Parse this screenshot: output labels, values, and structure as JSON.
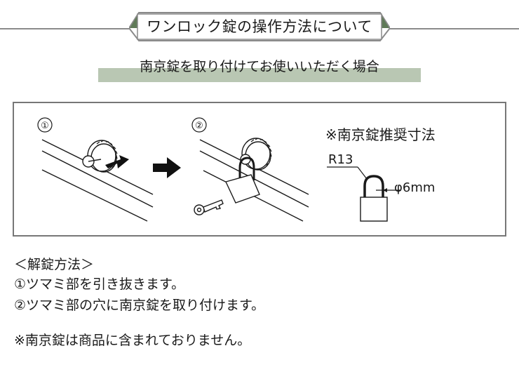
{
  "header": {
    "title": "ワンロック錠の操作方法について"
  },
  "subheader": {
    "text": "南京錠を取り付けてお使いいただく場合"
  },
  "diagram": {
    "step1_label": "①",
    "step2_label": "②",
    "recommend_title": "※南京錠推奨寸法",
    "radius_label": "R13",
    "diameter_label": "φ6mm",
    "colors": {
      "stroke": "#1a1a1a",
      "arrow": "#111111",
      "border": "#777777"
    }
  },
  "instructions": {
    "heading": "＜解錠方法＞",
    "step1": "①ツマミ部を引き抜きます。",
    "step2": "②ツマミ部の穴に南京錠を取り付けます。",
    "note": "※南京錠は商品に含まれておりません。"
  },
  "colors": {
    "title_line": "#8a8a8a",
    "title_frame": "#8a8a8a",
    "accent_green": "#5f7a57",
    "sub_bar": "#b9c7b3"
  }
}
